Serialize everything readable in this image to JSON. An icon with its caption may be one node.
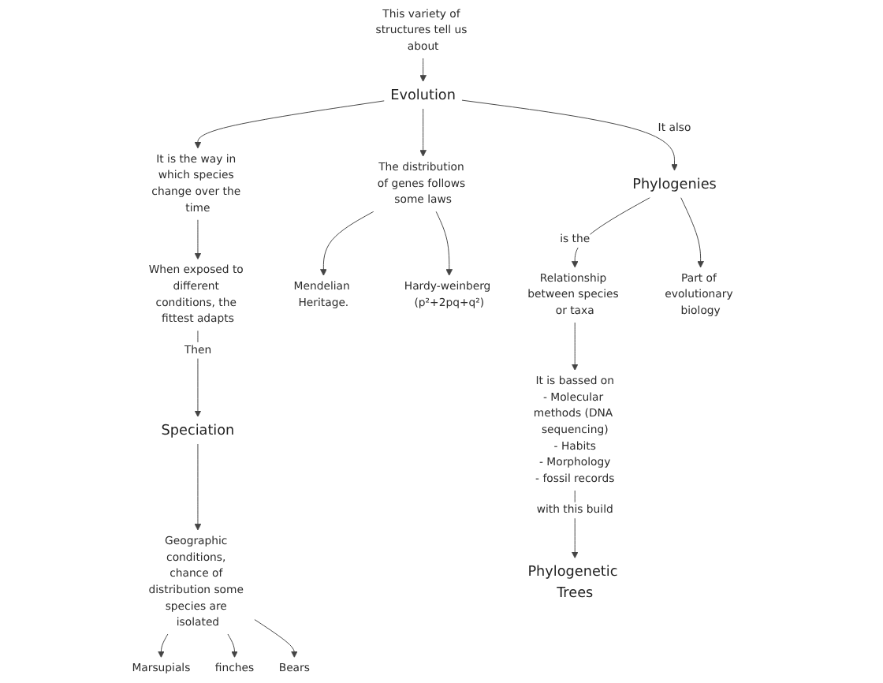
{
  "diagram": {
    "nodes": [
      {
        "text": [
          "This variety of structures tell us about"
        ]
      },
      {
        "text": [
          "Evolution"
        ]
      },
      {
        "text": [
          "It is the way in which species change over the time"
        ]
      },
      {
        "text": [
          "When exposed to different conditions, the fittest adapts"
        ]
      },
      {
        "text": [
          "Speciation"
        ]
      },
      {
        "text": [
          "Geographic conditions, chance of distribution some species are isolated"
        ]
      },
      {
        "text": [
          "Marsupials"
        ]
      },
      {
        "text": [
          "finches"
        ]
      },
      {
        "text": [
          "Bears"
        ]
      },
      {
        "text": [
          "The distribution of genes follows some laws"
        ]
      },
      {
        "text": [
          "Mendelian Heritage."
        ]
      },
      {
        "text": [
          "Hardy-weinberg (p²+2pq+q²)"
        ]
      },
      {
        "text": [
          "Phylogenies"
        ]
      },
      {
        "text": [
          "Relationship between species or taxa"
        ]
      },
      {
        "text": [
          "Part of evolutionary biology"
        ]
      },
      {
        "text": [
          "It is bassed on",
          "- Molecular methods (DNA sequencing)",
          "- Habits",
          "- Morphology",
          "- fossil records"
        ]
      },
      {
        "text": [
          "Phylogenetic Trees"
        ]
      }
    ],
    "edges": [
      {
        "from": 0,
        "to": 1,
        "arrow": "to"
      },
      {
        "from": 1,
        "to": 2,
        "arrow": "to"
      },
      {
        "from": 2,
        "to": 3,
        "arrow": "to"
      },
      {
        "from": 3,
        "to": 4,
        "arrow": "to",
        "label": "Then"
      },
      {
        "from": 4,
        "to": 5,
        "arrow": "to"
      },
      {
        "from": 5,
        "to": 6,
        "arrow": "to"
      },
      {
        "from": 5,
        "to": 7,
        "arrow": "to"
      },
      {
        "from": 5,
        "to": 8,
        "arrow": "to"
      },
      {
        "from": 1,
        "to": 9,
        "arrow": "to"
      },
      {
        "from": 9,
        "to": 10,
        "arrow": "to"
      },
      {
        "from": 9,
        "to": 11,
        "arrow": "to"
      },
      {
        "from": 1,
        "to": 12,
        "arrow": "to",
        "label": "It also"
      },
      {
        "from": 12,
        "to": 13,
        "arrow": "to",
        "label": "is the"
      },
      {
        "from": 12,
        "to": 14,
        "arrow": "to"
      },
      {
        "from": 13,
        "to": 15,
        "arrow": "to"
      },
      {
        "from": 15,
        "to": 16,
        "arrow": "to",
        "label": "with this build"
      }
    ]
  }
}
